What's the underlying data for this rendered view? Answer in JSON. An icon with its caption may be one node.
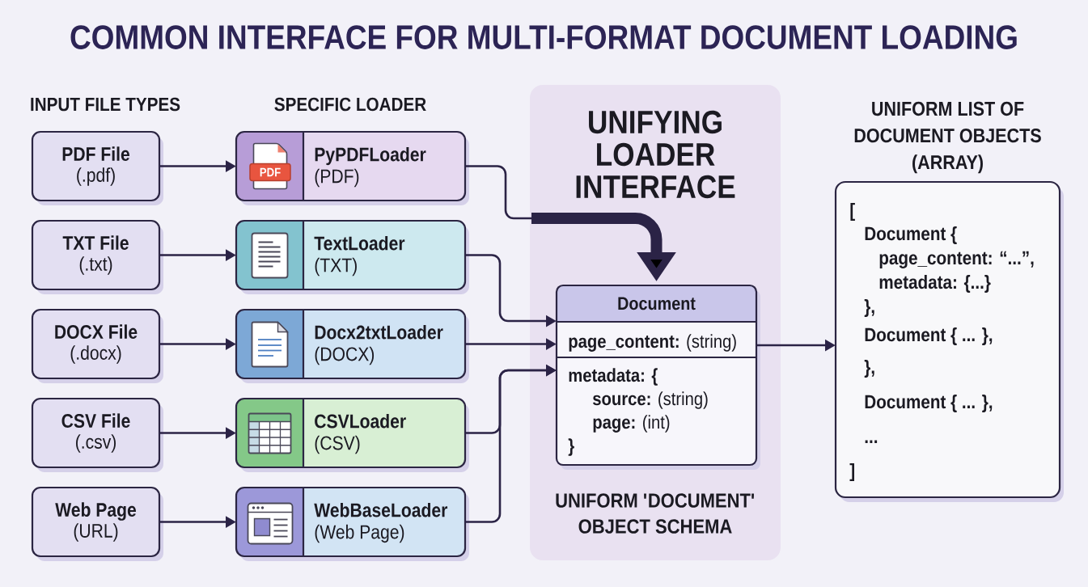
{
  "diagram": {
    "title": "COMMON INTERFACE FOR MULTI-FORMAT DOCUMENT LOADING",
    "nodes": [
      {
        "text": [
          "PDF File",
          "(.pdf)"
        ]
      },
      {
        "text": [
          "PyPDFLoader",
          "(PDF)"
        ]
      },
      {
        "text": [
          "TXT File",
          "(.txt)"
        ]
      },
      {
        "text": [
          "TextLoader",
          "(TXT)"
        ]
      },
      {
        "text": [
          "DOCX File",
          "(.docx)"
        ]
      },
      {
        "text": [
          "Docx2txtLoader",
          "(DOCX)"
        ]
      },
      {
        "text": [
          "CSV File",
          "(.csv)"
        ]
      },
      {
        "text": [
          "CSVLoader",
          "(CSV)"
        ]
      },
      {
        "text": [
          "Web Page",
          "(URL)"
        ]
      },
      {
        "text": [
          "WebBaseLoader",
          "(Web Page)"
        ]
      },
      {
        "text": [
          "UNIFYING LOADER INTERFACE",
          "UNIFORM 'DOCUMENT' OBJECT SCHEMA"
        ]
      },
      {
        "text": [
          "Document",
          "**page_content:** (string)",
          "metadata: {",
          "**source:** (string)",
          "**page:** (int)",
          "}"
        ],
        "in": 10
      },
      {
        "text": [
          "UNIFORM LIST OF DOCUMENT OBJECTS (ARRAY)",
          "[",
          "Document {",
          "page_content: “...”,",
          "metadata: {...}",
          "},",
          "Document { ... },",
          "},",
          "Document { ... },",
          "...",
          "]"
        ]
      }
    ],
    "edges": [
      {
        "from": 0,
        "to": 1,
        "arrow": "to"
      },
      {
        "from": 2,
        "to": 3,
        "arrow": "to"
      },
      {
        "from": 4,
        "to": 5,
        "arrow": "to"
      },
      {
        "from": 6,
        "to": 7,
        "arrow": "to"
      },
      {
        "from": 8,
        "to": 9,
        "arrow": "to"
      },
      {
        "from": 1,
        "to": 11,
        "arrow": "to",
        "style": "thick"
      },
      {
        "from": 3,
        "to": 11,
        "arrow": "to"
      },
      {
        "from": 5,
        "to": 11,
        "arrow": "to"
      },
      {
        "from": 7,
        "to": 11,
        "arrow": "to"
      },
      {
        "from": 9,
        "to": 11,
        "arrow": "to"
      },
      {
        "from": 11,
        "to": 12,
        "arrow": "to"
      }
    ],
    "labels": [
      "INPUT FILE TYPES",
      "SPECIFIC LOADER",
      "PDF"
    ]
  }
}
